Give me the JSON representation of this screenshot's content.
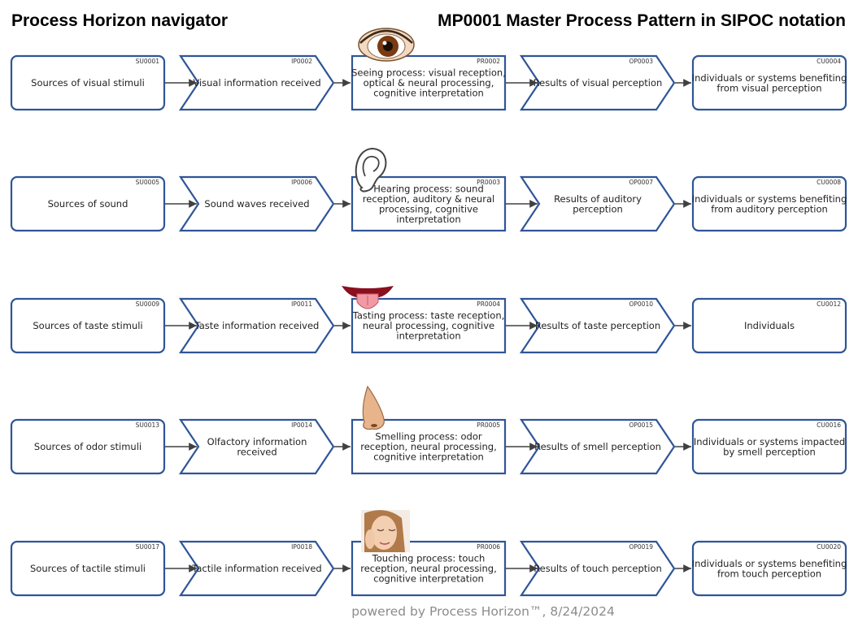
{
  "header": {
    "left_title": "Process Horizon navigator",
    "right_title": "MP0001 Master Process Pattern in SIPOC notation"
  },
  "rows": [
    {
      "icon": "eye-icon",
      "cells": [
        {
          "kind": "supplier",
          "code": "SU0001",
          "label": [
            "Sources of visual stimuli"
          ]
        },
        {
          "kind": "input",
          "code": "IP0002",
          "label": [
            "Visual information received"
          ]
        },
        {
          "kind": "process",
          "code": "PR0002",
          "label": [
            "Seeing process: visual reception,",
            "optical & neural processing,",
            "cognitive interpretation"
          ]
        },
        {
          "kind": "output",
          "code": "OP0003",
          "label": [
            "Results of visual perception"
          ]
        },
        {
          "kind": "customer",
          "code": "CU0004",
          "label": [
            "Individuals or systems benefiting",
            "from visual perception"
          ]
        }
      ]
    },
    {
      "icon": "ear-icon",
      "cells": [
        {
          "kind": "supplier",
          "code": "SU0005",
          "label": [
            "Sources of sound"
          ]
        },
        {
          "kind": "input",
          "code": "IP0006",
          "label": [
            "Sound waves received"
          ]
        },
        {
          "kind": "process",
          "code": "PR0003",
          "label": [
            "Hearing process: sound",
            "reception, auditory & neural",
            "processing, cognitive",
            "interpretation"
          ]
        },
        {
          "kind": "output",
          "code": "OP0007",
          "label": [
            "Results of auditory",
            "perception"
          ]
        },
        {
          "kind": "customer",
          "code": "CU0008",
          "label": [
            "Individuals or systems benefiting",
            "from auditory perception"
          ]
        }
      ]
    },
    {
      "icon": "tongue-icon",
      "cells": [
        {
          "kind": "supplier",
          "code": "SU0009",
          "label": [
            "Sources of taste stimuli"
          ]
        },
        {
          "kind": "input",
          "code": "IP0011",
          "label": [
            "Taste information received"
          ]
        },
        {
          "kind": "process",
          "code": "PR0004",
          "label": [
            "Tasting process: taste reception,",
            "neural processing, cognitive",
            "interpretation"
          ]
        },
        {
          "kind": "output",
          "code": "OP0010",
          "label": [
            "Results of taste perception"
          ]
        },
        {
          "kind": "customer",
          "code": "CU0012",
          "label": [
            "Individuals"
          ]
        }
      ]
    },
    {
      "icon": "nose-icon",
      "cells": [
        {
          "kind": "supplier",
          "code": "SU0013",
          "label": [
            "Sources of odor stimuli"
          ]
        },
        {
          "kind": "input",
          "code": "IP0014",
          "label": [
            "Olfactory information",
            "received"
          ]
        },
        {
          "kind": "process",
          "code": "PR0005",
          "label": [
            "Smelling process: odor",
            "reception, neural processing,",
            "cognitive interpretation"
          ]
        },
        {
          "kind": "output",
          "code": "OP0015",
          "label": [
            "Results of smell perception"
          ]
        },
        {
          "kind": "customer",
          "code": "CU0016",
          "label": [
            "Individuals or systems impacted",
            "by smell perception"
          ]
        }
      ]
    },
    {
      "icon": "touch-face-icon",
      "cells": [
        {
          "kind": "supplier",
          "code": "SU0017",
          "label": [
            "Sources of tactile stimuli"
          ]
        },
        {
          "kind": "input",
          "code": "IP0018",
          "label": [
            "Tactile information received"
          ]
        },
        {
          "kind": "process",
          "code": "PR0006",
          "label": [
            "Touching process: touch",
            "reception, neural processing,",
            "cognitive interpretation"
          ]
        },
        {
          "kind": "output",
          "code": "OP0019",
          "label": [
            "Results of touch perception"
          ]
        },
        {
          "kind": "customer",
          "code": "CU0020",
          "label": [
            "Individuals or systems benefiting",
            "from touch perception"
          ]
        }
      ]
    }
  ],
  "footer": {
    "text": "powered by Process Horizon™, 8/24/2024"
  },
  "colors": {
    "shape_border": "#2f5597",
    "connector": "#404040",
    "footer_text": "#8c8c8c"
  }
}
